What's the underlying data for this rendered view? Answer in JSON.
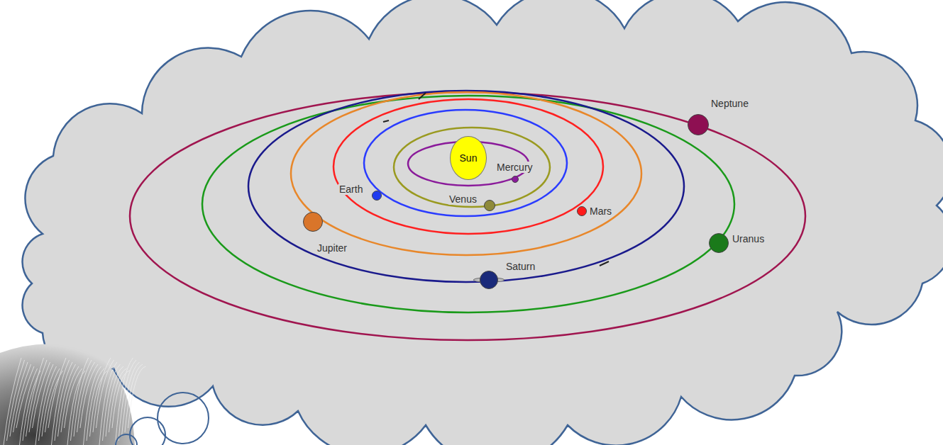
{
  "diagram": {
    "nodes": [
      {
        "text": [
          "Neptune"
        ]
      },
      {
        "text": [
          "Sun"
        ]
      },
      {
        "text": [
          "Mercury"
        ]
      },
      {
        "text": [
          "Earth"
        ]
      },
      {
        "text": [
          "Venus"
        ]
      },
      {
        "text": [
          "Mars"
        ]
      },
      {
        "text": [
          "Uranus"
        ]
      },
      {
        "text": [
          "Jupiter"
        ]
      },
      {
        "text": [
          "Saturn"
        ]
      }
    ]
  }
}
